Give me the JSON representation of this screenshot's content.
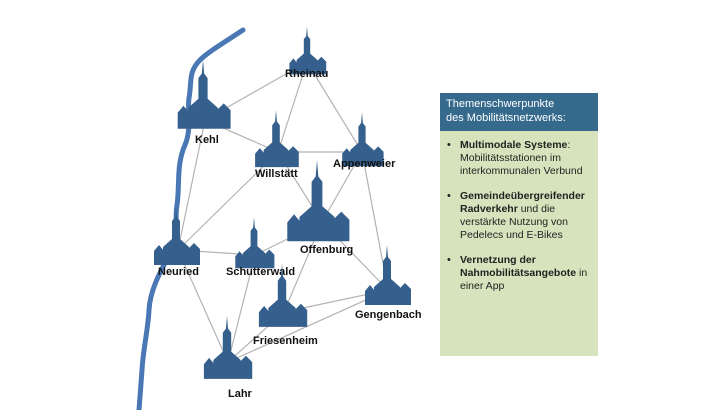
{
  "colors": {
    "river": "#4a78b4",
    "town": "#355f8c",
    "connector": "#b3b3b3",
    "box_bg": "#d6e3bc",
    "box_header_bg": "#356a8c"
  },
  "towns": [
    {
      "id": "rheinau",
      "label": "Rheinau",
      "icon": "church-town-icon"
    },
    {
      "id": "kehl",
      "label": "Kehl",
      "icon": "church-town-icon"
    },
    {
      "id": "appenweier",
      "label": "Appenweier",
      "icon": "church-town-icon"
    },
    {
      "id": "willstaett",
      "label": "Willstätt",
      "icon": "church-town-icon"
    },
    {
      "id": "offenburg",
      "label": "Offenburg",
      "icon": "church-town-icon"
    },
    {
      "id": "neuried",
      "label": "Neuried",
      "icon": "church-town-icon"
    },
    {
      "id": "schutterwald",
      "label": "Schutterwald",
      "icon": "church-town-icon"
    },
    {
      "id": "gengenbach",
      "label": "Gengenbach",
      "icon": "church-town-icon"
    },
    {
      "id": "friesenheim",
      "label": "Friesenheim",
      "icon": "church-town-icon"
    },
    {
      "id": "lahr",
      "label": "Lahr",
      "icon": "church-town-icon"
    }
  ],
  "connections": [
    [
      "rheinau",
      "kehl"
    ],
    [
      "rheinau",
      "willstaett"
    ],
    [
      "rheinau",
      "appenweier"
    ],
    [
      "kehl",
      "willstaett"
    ],
    [
      "kehl",
      "neuried"
    ],
    [
      "willstaett",
      "appenweier"
    ],
    [
      "willstaett",
      "offenburg"
    ],
    [
      "willstaett",
      "neuried"
    ],
    [
      "appenweier",
      "offenburg"
    ],
    [
      "appenweier",
      "gengenbach"
    ],
    [
      "offenburg",
      "schutterwald"
    ],
    [
      "offenburg",
      "gengenbach"
    ],
    [
      "offenburg",
      "friesenheim"
    ],
    [
      "neuried",
      "schutterwald"
    ],
    [
      "neuried",
      "lahr"
    ],
    [
      "schutterwald",
      "lahr"
    ],
    [
      "friesenheim",
      "lahr"
    ],
    [
      "friesenheim",
      "gengenbach"
    ],
    [
      "lahr",
      "gengenbach"
    ]
  ],
  "box": {
    "title_line1": "Themenschwerpunkte",
    "title_line2": "des Mobilitätsnetzwerks:",
    "items": [
      {
        "bold": "Multimodale Systeme",
        "rest": ": Mobilitätsstationen im interkommunalen Verbund"
      },
      {
        "bold": "Gemeindeübergreifender Radverkehr",
        "rest": " und die verstärkte Nutzung von Pedelecs und E-Bikes"
      },
      {
        "bold": "Vernetzung der Nahmobilitätsangebote",
        "rest": " in einer App"
      }
    ]
  }
}
